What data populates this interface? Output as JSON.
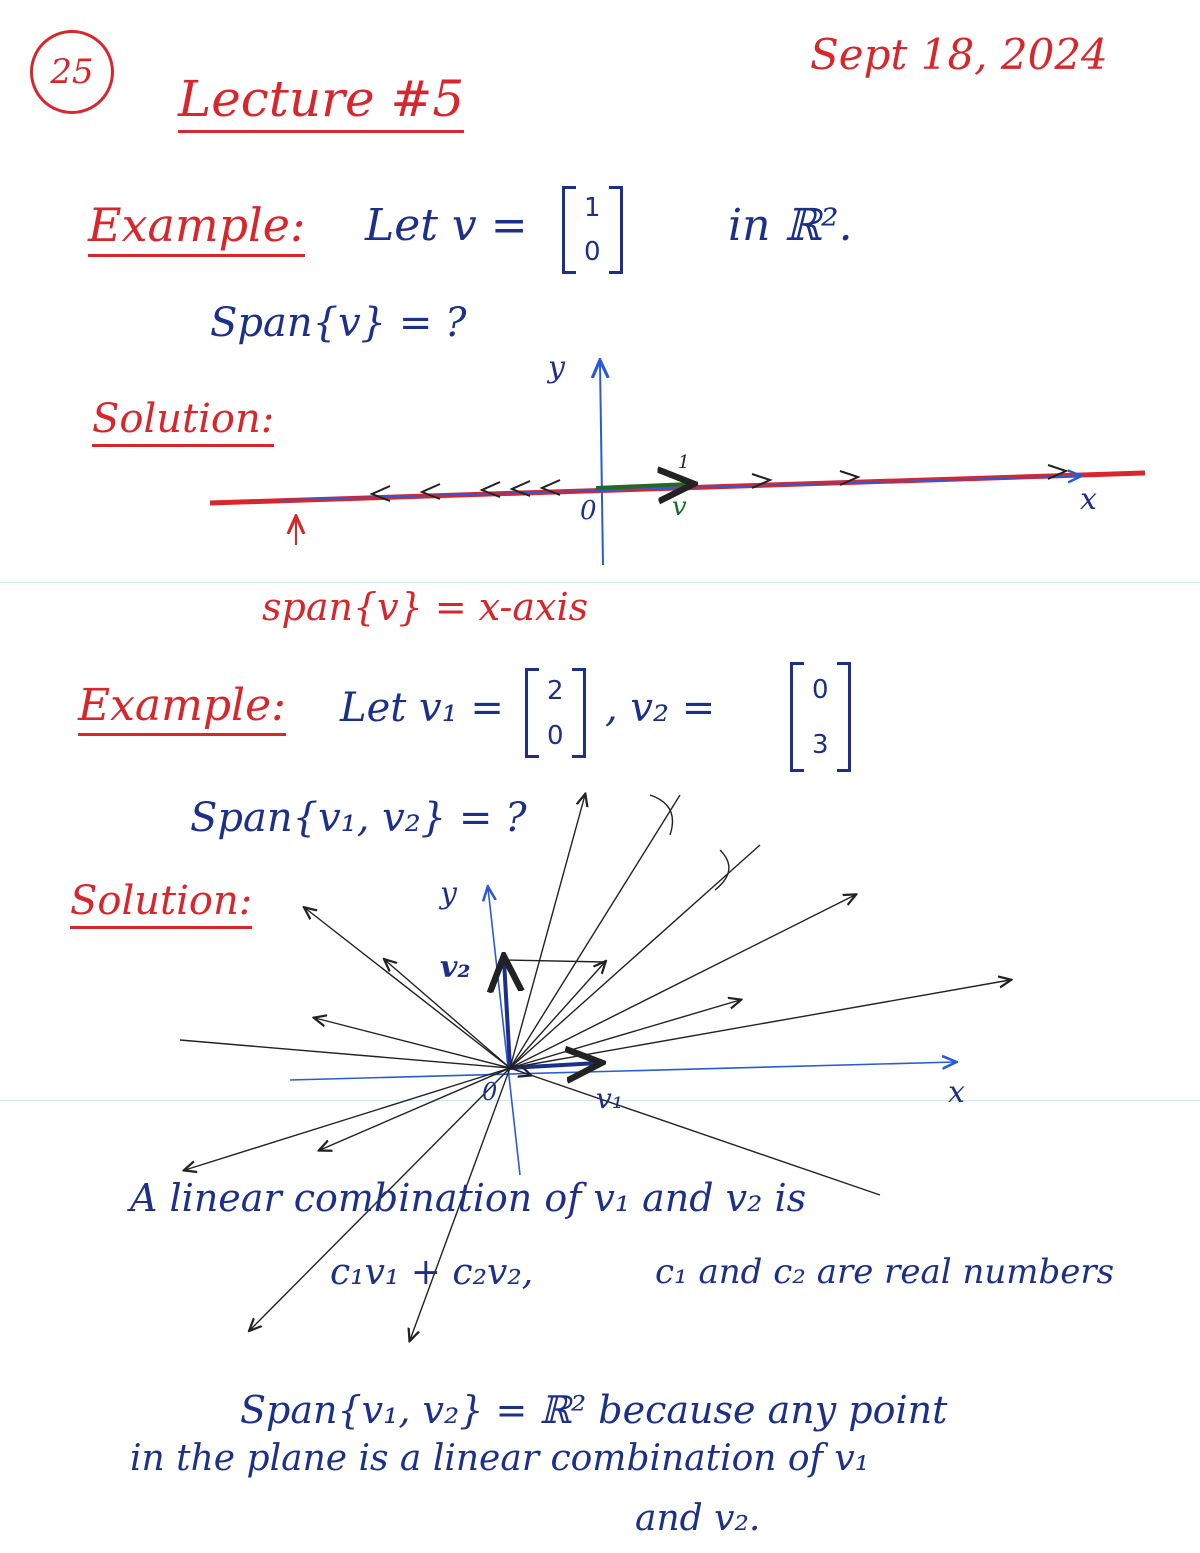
{
  "header": {
    "page_number": "25",
    "lecture_title": "Lecture #5",
    "date": "Sept 18, 2024"
  },
  "example1": {
    "label": "Example:",
    "statement_prefix": "Let v =",
    "vector": [
      "1",
      "0"
    ],
    "statement_suffix": "in ℝ².",
    "question": "Span{v} = ?",
    "solution_label": "Solution:",
    "axis_label_y": "y",
    "axis_label_x": "x",
    "origin_label": "0",
    "vector_label": "v",
    "tick_label": "1",
    "result": "span{v} = x-axis"
  },
  "example2": {
    "label": "Example:",
    "statement_prefix": "Let v₁ =",
    "vector1": [
      "2",
      "0"
    ],
    "separator": ", v₂ =",
    "vector2": [
      "0",
      "3"
    ],
    "question": "Span{v₁, v₂} = ?",
    "solution_label": "Solution:",
    "axis_label_y": "y",
    "axis_label_x": "x",
    "origin_label": "0",
    "v1_label": "v₁",
    "v2_label": "v₂"
  },
  "notes": {
    "line1": "A linear combination of v₁ and v₂ is",
    "line2_formula": "c₁v₁ + c₂v₂,",
    "line2_condition": "c₁ and c₂ are real numbers",
    "line3": "Span{v₁, v₂} = ℝ²  because any point",
    "line4": "in the plane is a linear combination of v₁",
    "line5": "and v₂."
  },
  "colors": {
    "red_ink": "#d8262c",
    "blue_ink": "#1c2f8a",
    "axis_blue": "#2a5bd7",
    "green_ink": "#1f6b2a",
    "black_ink": "#222222"
  }
}
